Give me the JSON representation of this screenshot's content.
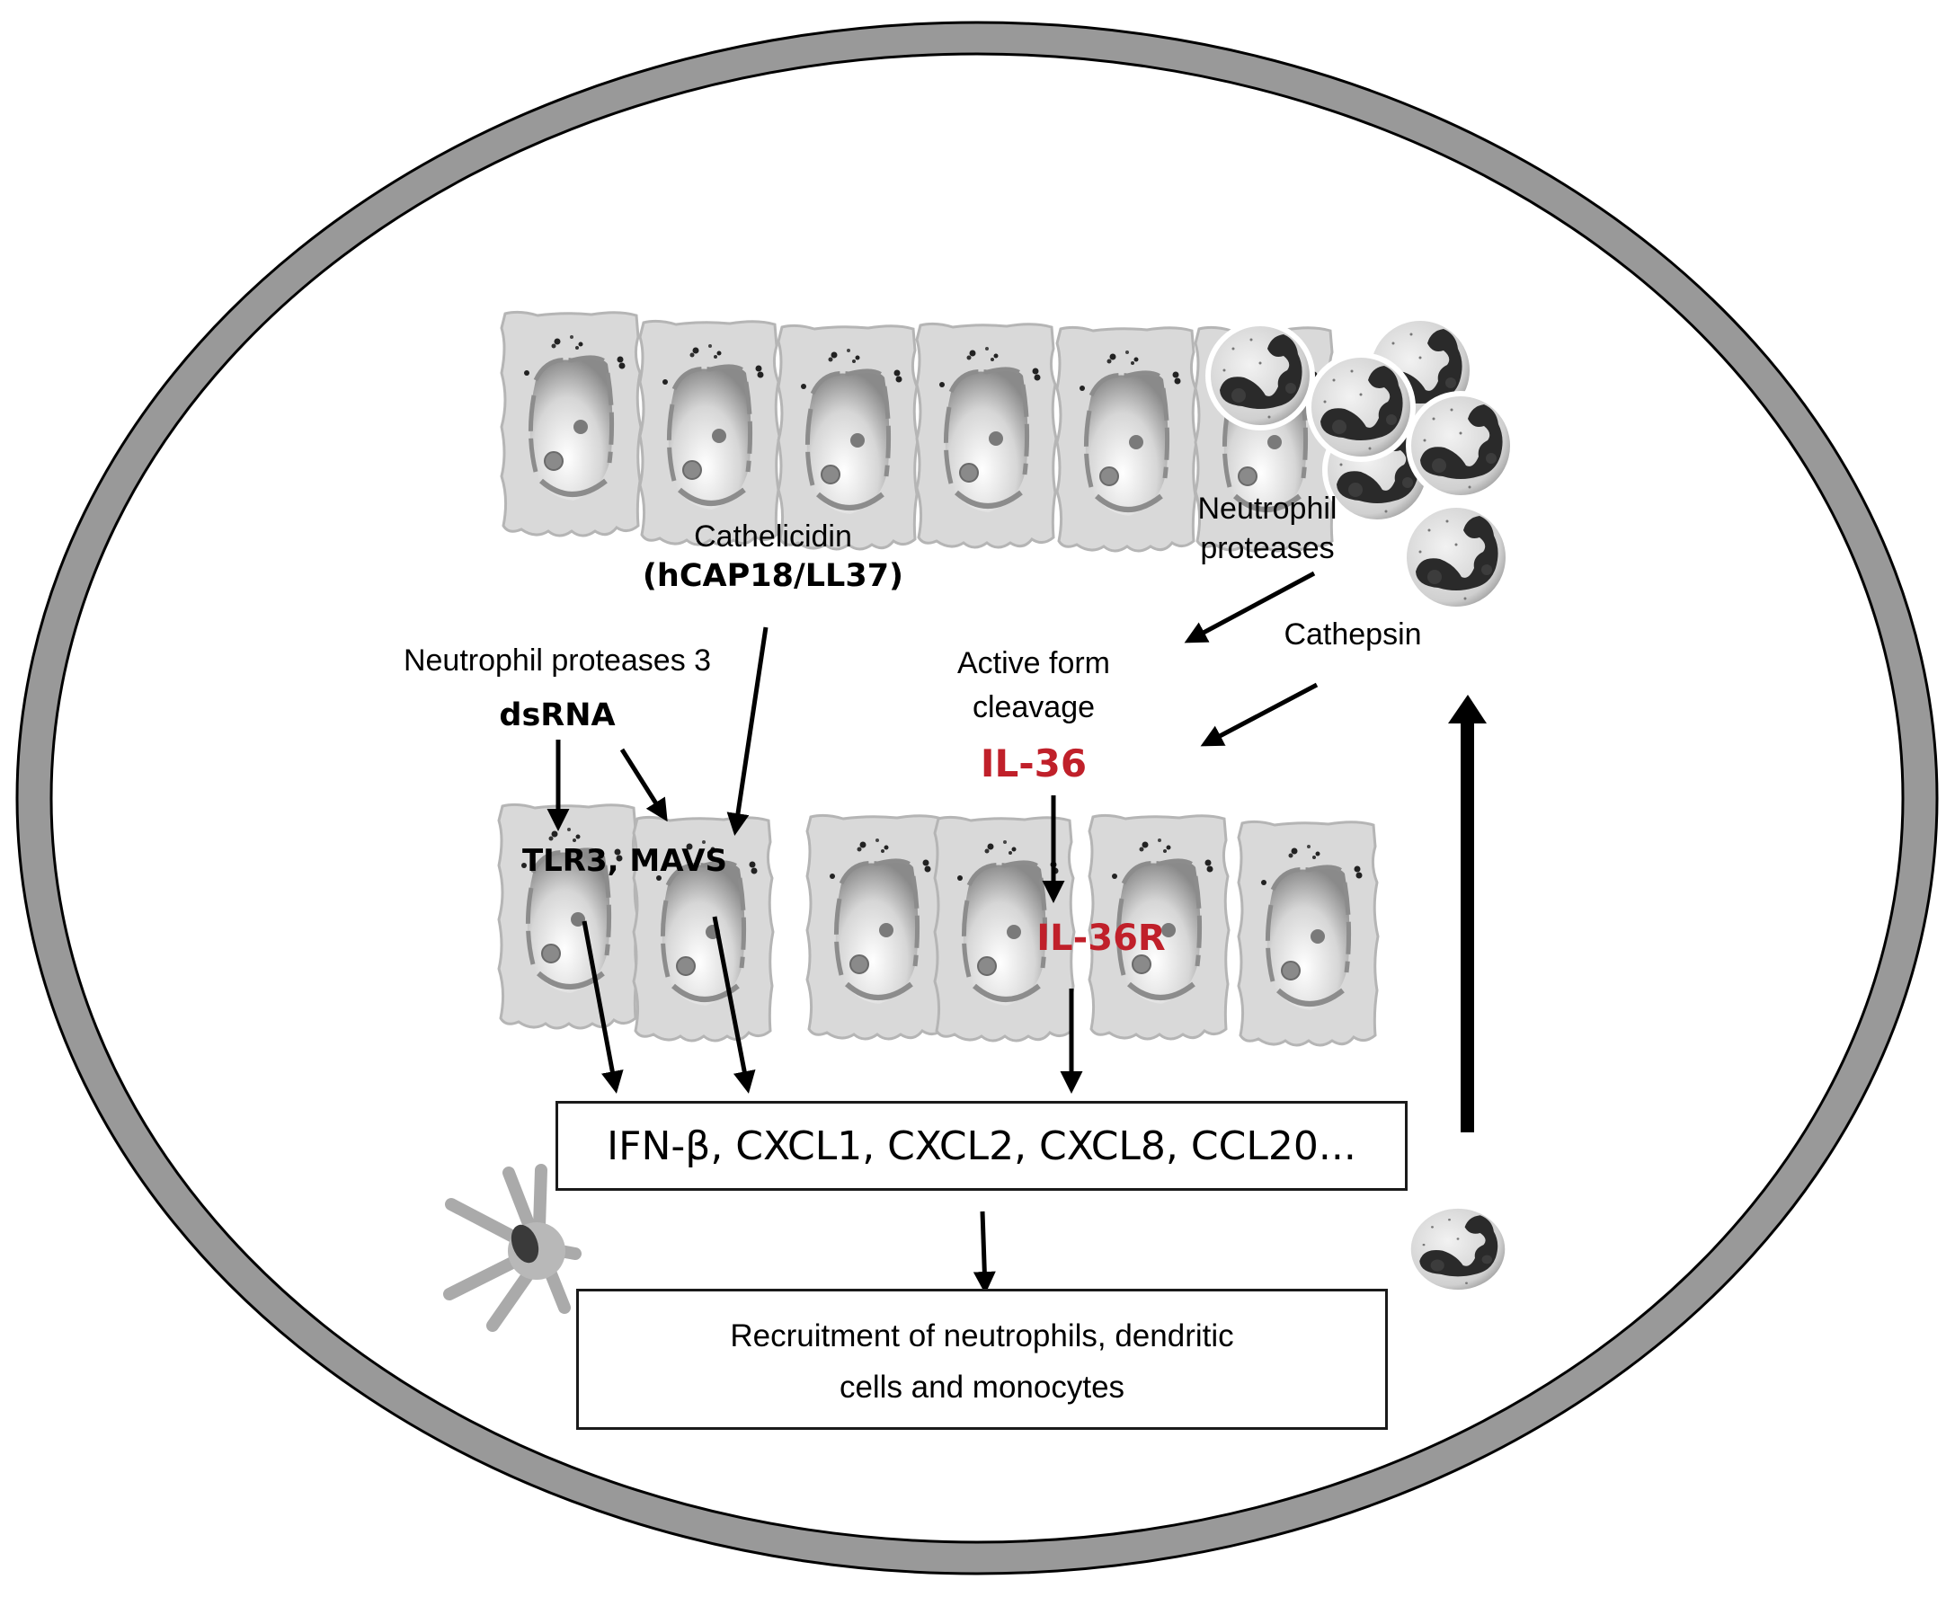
{
  "figure": {
    "type": "biological-pathway-diagram",
    "border_color": "#999999",
    "highlight_color": "#c0202a"
  },
  "labels": {
    "cathelicidin": "Cathelicidin",
    "cathelicidin_forms": "(hCAP18/LL37)",
    "neutrophil_proteases_top_line1": "Neutrophil",
    "neutrophil_proteases_top_line2": "proteases",
    "cathepsin": "Cathepsin",
    "neutrophil_proteases_3": "Neutrophil proteases 3",
    "dsrna": "dsRNA",
    "active_form_line1": "Active form",
    "active_form_line2": "cleavage",
    "il36": "IL-36",
    "tlr3_mavs": "TLR3, MAVS",
    "il36r": "IL-36R"
  },
  "boxes": {
    "cytokines": "IFN-β, CXCL1, CXCL2, CXCL8, CCL20...",
    "recruitment_line1": "Recruitment of neutrophils, dendritic",
    "recruitment_line2": "cells and monocytes"
  },
  "cells": {
    "keratinocytes_top_row": 6,
    "keratinocytes_bottom_row": 6,
    "neutrophil_cluster": 6,
    "migrating_neutrophil": 1,
    "dendritic_cell": 1
  }
}
